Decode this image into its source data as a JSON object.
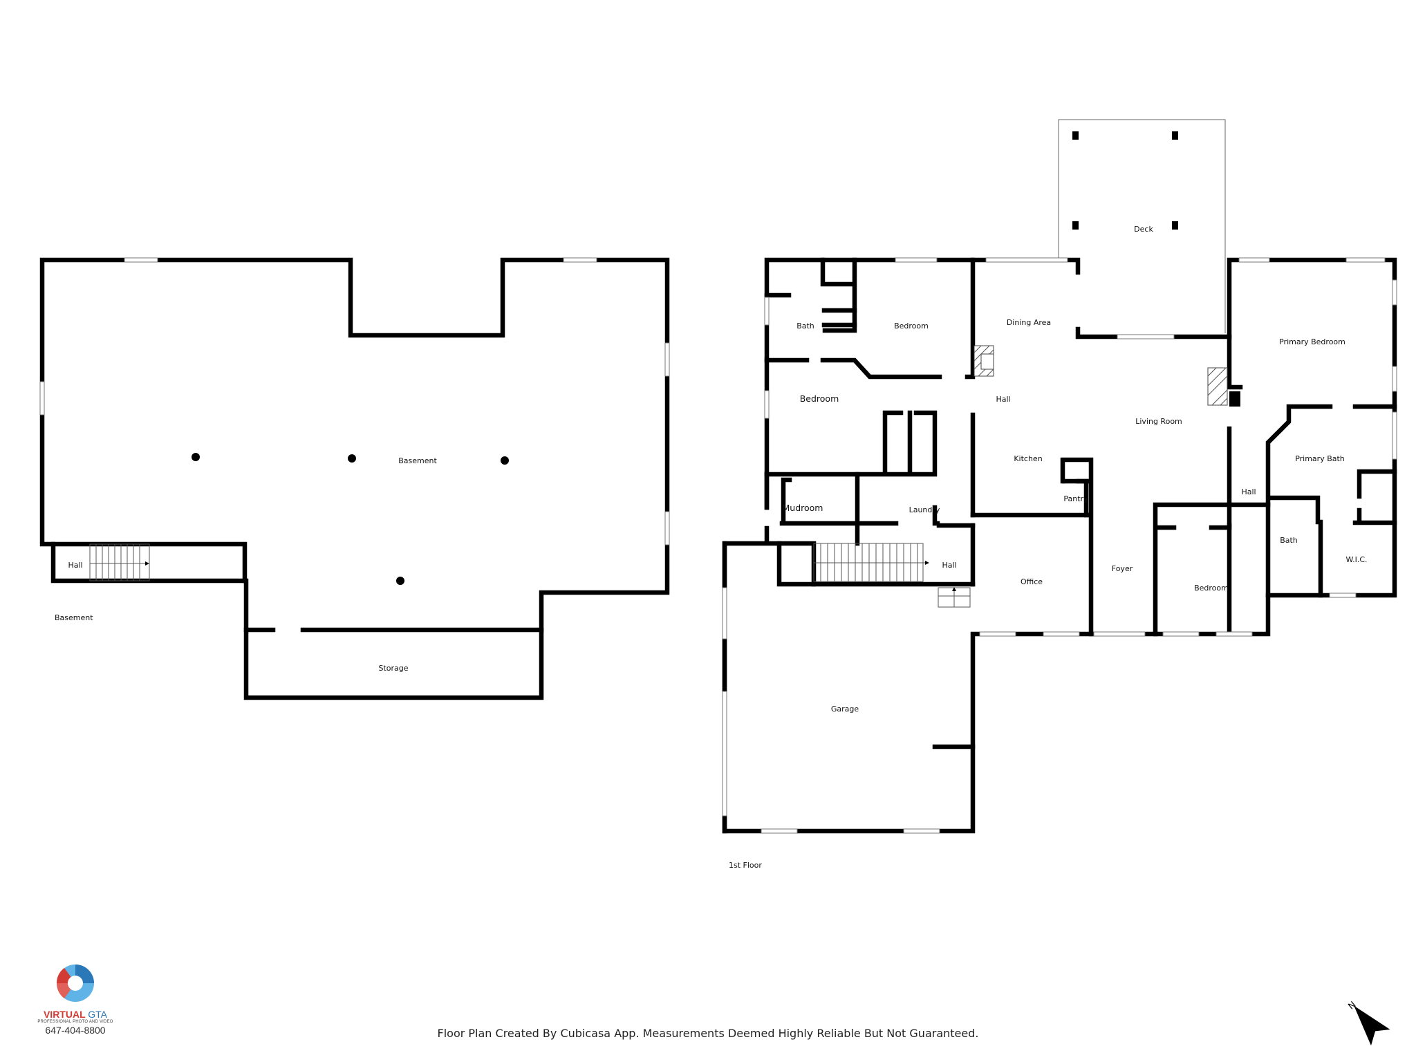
{
  "levels": {
    "basement": {
      "level_label": "Basement",
      "rooms": {
        "basement": "Basement",
        "hall": "Hall",
        "storage": "Storage"
      }
    },
    "first_floor": {
      "level_label": "1st Floor",
      "rooms": {
        "deck": "Deck",
        "dining_area": "Dining Area",
        "bath_upper": "Bath",
        "bedroom_upper": "Bedroom",
        "bedroom_left": "Bedroom",
        "hall_center": "Hall",
        "living_room": "Living Room",
        "primary_bedroom": "Primary Bedroom",
        "primary_bath": "Primary Bath",
        "kitchen": "Kitchen",
        "pantry": "Pantry",
        "hall_right": "Hall",
        "mudroom": "Mudroom",
        "laundry": "Laundry",
        "hall_stairs": "Hall",
        "office": "Office",
        "foyer": "Foyer",
        "bedroom_front": "Bedroom",
        "bath_lower": "Bath",
        "wic": "W.I.C.",
        "garage": "Garage"
      }
    }
  },
  "footer": {
    "disclaimer": "Floor Plan Created By Cubicasa App. Measurements Deemed Highly Reliable But Not Guaranteed."
  },
  "logo": {
    "brand_part1": "VIRTUAL",
    "brand_part2": "GTA",
    "tagline": "PROFESSIONAL PHOTO AND VIDEO",
    "phone": "647-404-8800",
    "colors": {
      "red": "#d23a34",
      "blue": "#2a78b8",
      "light_blue": "#5fb3e6"
    }
  },
  "compass": {
    "label": "N",
    "icon": "north-arrow-icon"
  }
}
